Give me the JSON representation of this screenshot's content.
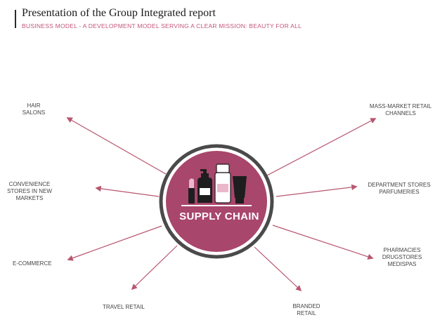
{
  "header": {
    "title": "Presentation of the Group Integrated report",
    "subtitle": "BUSINESS MODEL - A DEVELOPMENT MODEL SERVING A CLEAR MISSION: BEAUTY FOR ALL"
  },
  "center": {
    "label": "SUPPLY CHAIN"
  },
  "channels": {
    "hair_salons": "HAIR\nSALONS",
    "convenience_stores": "CONVENIENCE\nSTORES IN NEW\nMARKETS",
    "ecommerce": "E-COMMERCE",
    "travel_retail": "TRAVEL RETAIL",
    "branded_retail": "BRANDED\nRETAIL",
    "pharmacies": "PHARMACIES\nDRUGSTORES\nMEDISPAS",
    "department_stores": "DEPARTMENT STORES\nPARFUMERIES",
    "mass_market": "MASS-MARKET RETAIL\nCHANNELS"
  },
  "colors": {
    "accent": "#c4577b",
    "circle_fill": "#a8466c",
    "ring": "#4a4a4a",
    "arrow": "#b8566f"
  },
  "icons": [
    "lipstick-icon",
    "pump-bottle-icon",
    "cream-jar-icon",
    "tube-icon"
  ]
}
